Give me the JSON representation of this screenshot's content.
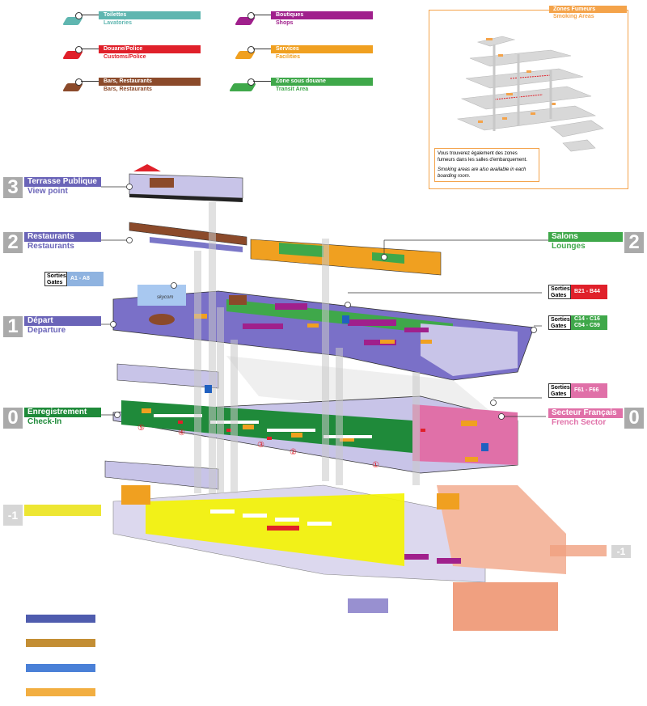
{
  "legend": [
    {
      "fr": "Toilettes",
      "en": "Lavatories",
      "color": "#5fb6b0",
      "icon": "toilet-icon"
    },
    {
      "fr": "Boutiques",
      "en": "Shops",
      "color": "#a0208c",
      "icon": "shop-icon"
    },
    {
      "fr": "Douane/Police",
      "en": "Customs/Police",
      "color": "#e0202a",
      "icon": "customs-icon"
    },
    {
      "fr": "Services",
      "en": "Facilities",
      "color": "#f0a020",
      "icon": "services-icon"
    },
    {
      "fr": "Bars, Restaurants",
      "en": "Bars, Restaurants",
      "color": "#8b4a2a",
      "icon": "restaurant-icon"
    },
    {
      "fr": "Zone sous douane",
      "en": "Transit Area",
      "color": "#3fa84a",
      "icon": "transit-area-icon"
    }
  ],
  "smoking": {
    "title_fr": "Zones Fumeurs",
    "title_en": "Smoking Areas",
    "note_fr": "Vous trouverez également des zones fumeurs dans les salles d'embarquement.",
    "note_en": "Smoking areas are also available in each boarding room.",
    "accent": "#f4a34a"
  },
  "floors": {
    "f3": {
      "num": "3",
      "fr": "Terrasse Publique",
      "en": "View point",
      "color": "#6a64b8"
    },
    "f2": {
      "num": "2",
      "fr": "Restaurants",
      "en": "Restaurants",
      "color": "#6a64b8"
    },
    "f2r": {
      "num": "2",
      "fr": "Salons",
      "en": "Lounges",
      "color": "#3fa84a"
    },
    "f1": {
      "num": "1",
      "fr": "Départ",
      "en": "Departure",
      "color": "#6a64b8"
    },
    "f0": {
      "num": "0",
      "fr": "Enregistrement",
      "en": "Check-In",
      "color": "#1f8a3a"
    },
    "f0r": {
      "num": "0",
      "fr": "Secteur Français",
      "en": "French Sector",
      "color": "#e070a8"
    },
    "fm1": {
      "num": "-1",
      "fr": "",
      "en": "",
      "color": "#e8e000"
    },
    "fm1r": {
      "num": "-1",
      "fr": "",
      "en": "",
      "color": "#f0a080"
    }
  },
  "gates": {
    "a": {
      "label": "Sorties Gates",
      "value": "A1 - A8",
      "color": "#8fb3e0"
    },
    "b": {
      "label": "Sorties Gates",
      "value": "B21 - B44",
      "color": "#e0202a"
    },
    "c": {
      "label": "Sorties Gates",
      "value": "C14 - C16 C54 - C59",
      "color": "#3fa84a"
    },
    "f": {
      "label": "Sorties Gates",
      "value": "F61 - F66",
      "color": "#e070a8"
    }
  },
  "checkin_rows": [
    "①",
    "②",
    "③",
    "④",
    "⑤"
  ],
  "skycom": "skycom",
  "bottom_legend_colors": [
    "#3040a0",
    "#b87a10",
    "#2a6ad0",
    "#f0a020"
  ]
}
